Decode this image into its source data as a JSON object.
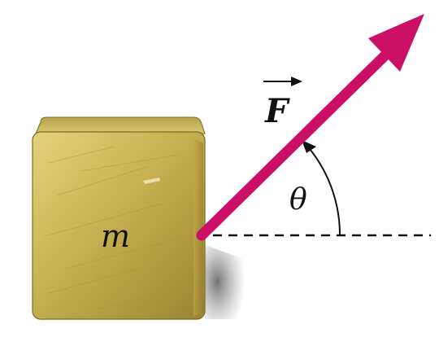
{
  "labels": {
    "mass": "m",
    "force": "F",
    "angle": "θ"
  },
  "colors": {
    "force_arrow": "#cc0f66",
    "block_light": "#d9c66a",
    "block_mid": "#b39a3c",
    "block_dark": "#7d6a22",
    "shadow": "#6a6a6a",
    "reference_line": "#111111",
    "angle_arc": "#111111"
  },
  "elements": {
    "block": "block",
    "force_vector": "arrow",
    "reference_line": "dashed-horizontal",
    "angle_marker": "arc-with-arrowhead"
  }
}
